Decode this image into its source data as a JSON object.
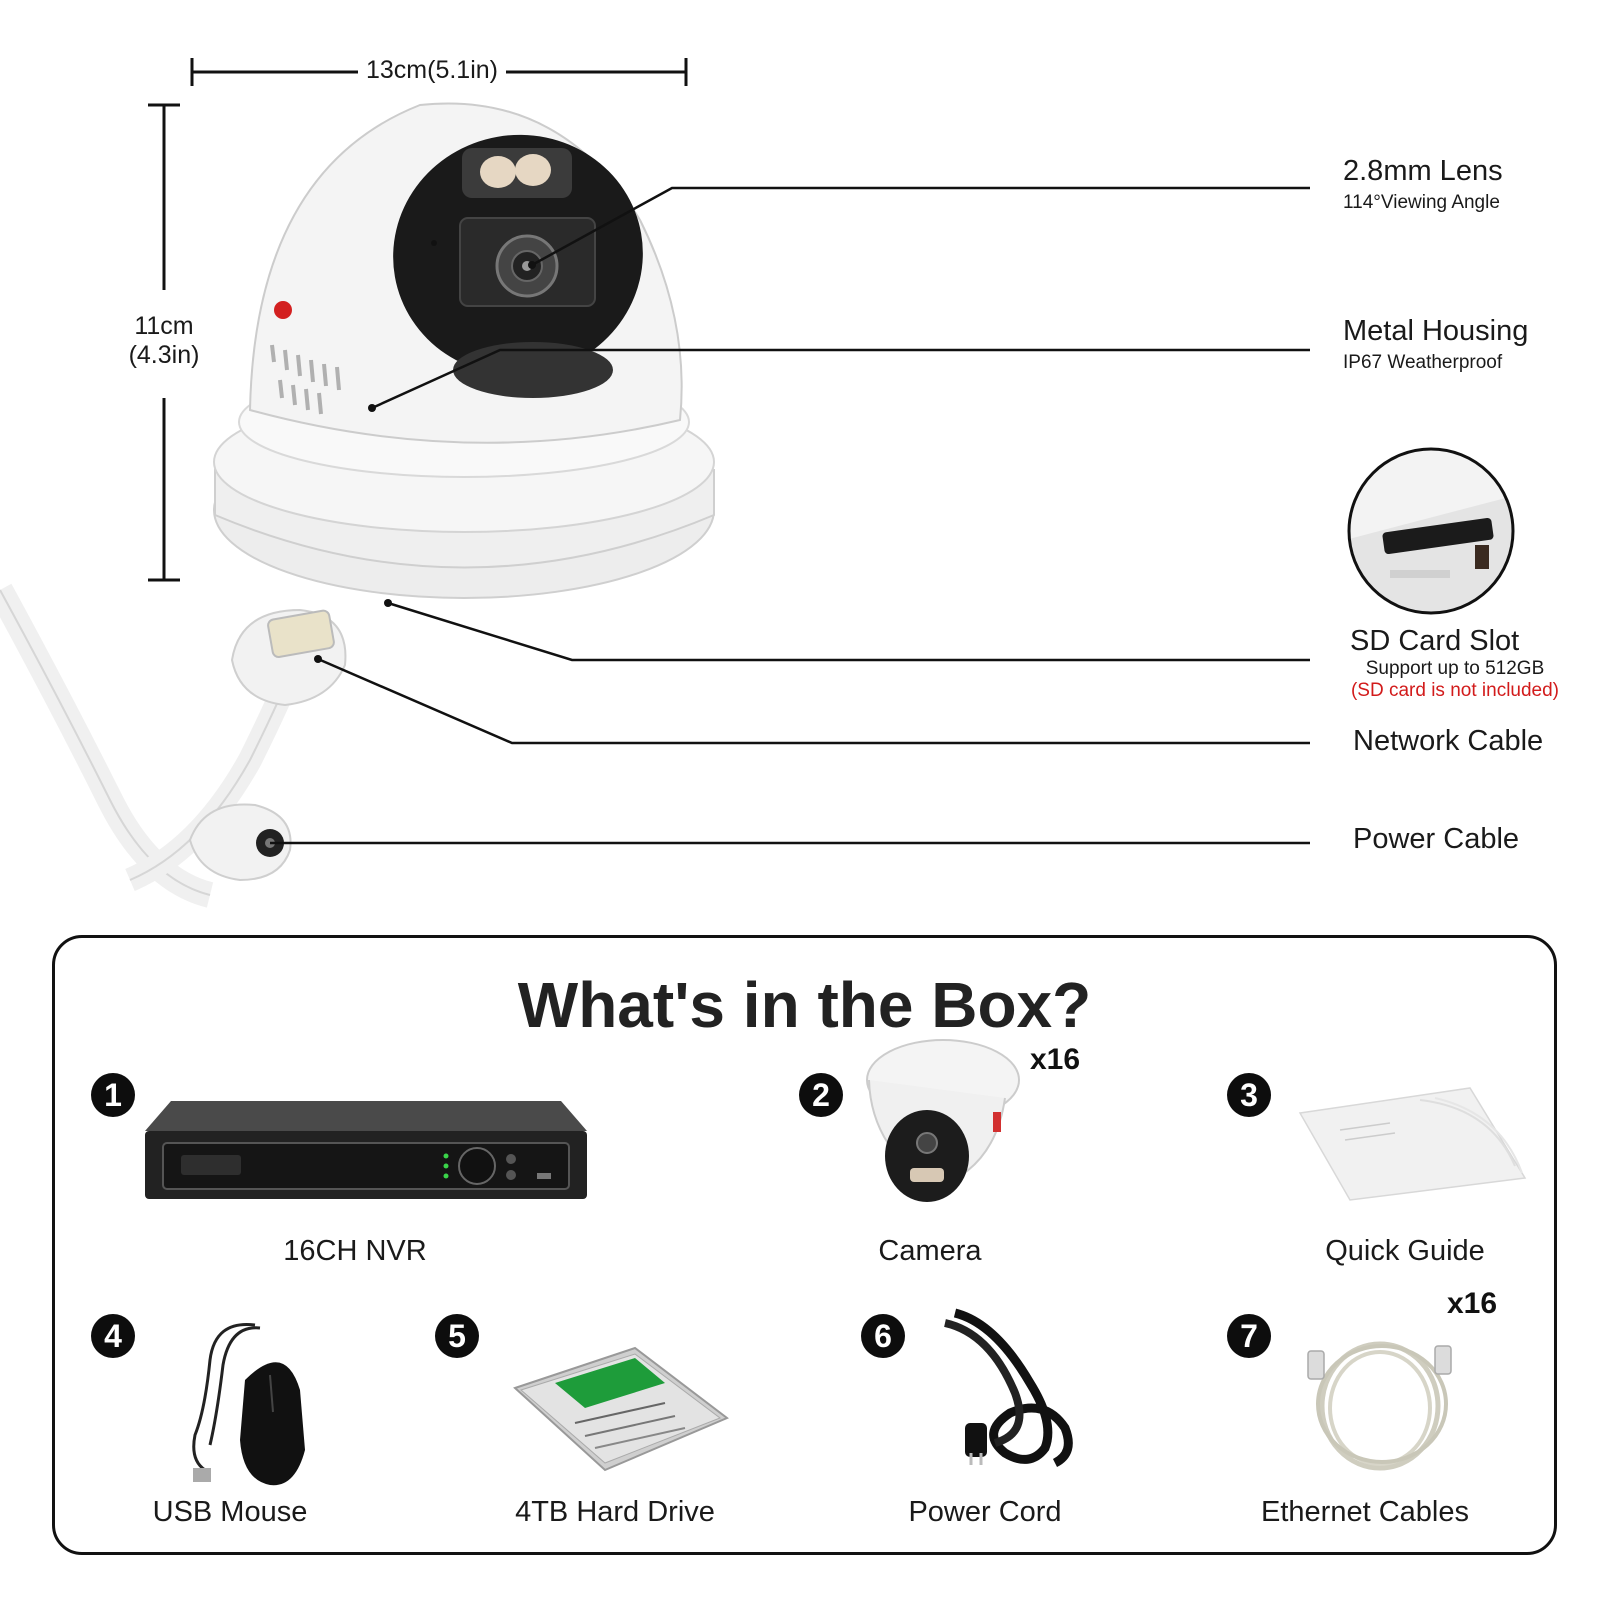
{
  "dimensions": {
    "width_label": "13cm(5.1in)",
    "height_label_cm": "11cm",
    "height_label_in": "(4.3in)"
  },
  "callouts": {
    "lens": {
      "title": "2.8mm Lens",
      "subtitle": "114°Viewing Angle"
    },
    "housing": {
      "title": "Metal Housing",
      "subtitle": "IP67 Weatherproof"
    },
    "sd_card": {
      "title": "SD Card Slot",
      "subtitle": "Support up to 512GB",
      "note": "(SD card is not included)"
    },
    "network": {
      "title": "Network Cable"
    },
    "power": {
      "title": "Power Cable"
    }
  },
  "box": {
    "title": "What's in the Box?",
    "items": [
      {
        "number": "❶",
        "label": "16CH NVR",
        "icon": "nvr-recorder"
      },
      {
        "number": "❷",
        "label": "Camera",
        "quantity": "x16",
        "icon": "dome-camera"
      },
      {
        "number": "❸",
        "label": "Quick Guide",
        "icon": "booklet"
      },
      {
        "number": "❹",
        "label": "USB Mouse",
        "icon": "mouse"
      },
      {
        "number": "❺",
        "label": "4TB Hard Drive",
        "icon": "hard-drive"
      },
      {
        "number": "❻",
        "label": "Power Cord",
        "icon": "power-cord"
      },
      {
        "number": "❼",
        "label": "Ethernet Cables",
        "quantity": "x16",
        "icon": "ethernet-cable"
      }
    ]
  },
  "colors": {
    "note_red": "#d21b1b",
    "text": "#1a1a1a"
  }
}
